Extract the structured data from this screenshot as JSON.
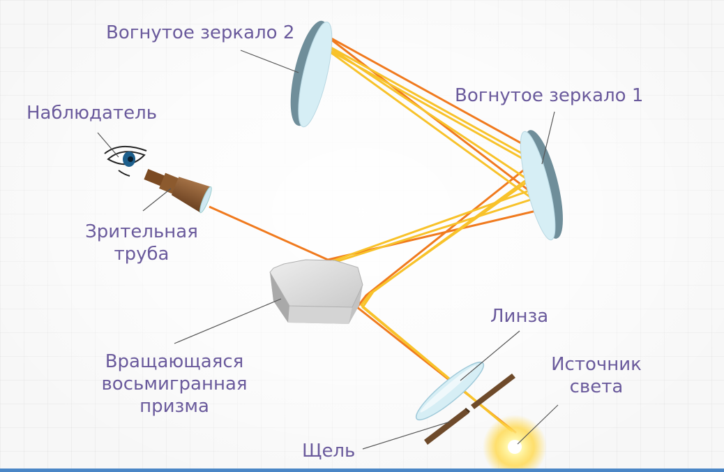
{
  "labels": {
    "mirror2": "Вогнутое зеркало 2",
    "mirror1": "Вогнутое зеркало 1",
    "observer": "Наблюдатель",
    "telescope": "Зрительная\nтруба",
    "prism": "Вращающаяся\nвосьмигранная\nпризма",
    "lens": "Линза",
    "light_source": "Источник\nсвета",
    "slit": "Щель"
  },
  "colors": {
    "label_text": "#6a5a9c",
    "ray_orange": "#f07a1e",
    "ray_yellow": "#f8c22a",
    "mirror_glass": "#d6eef5",
    "mirror_back": "#6f8e9a",
    "prism_face": "#dcdcdc",
    "telescope": "#8b5a2b",
    "slit_wood": "#6e4a2a",
    "bottom_bar": "#4a86c6"
  }
}
